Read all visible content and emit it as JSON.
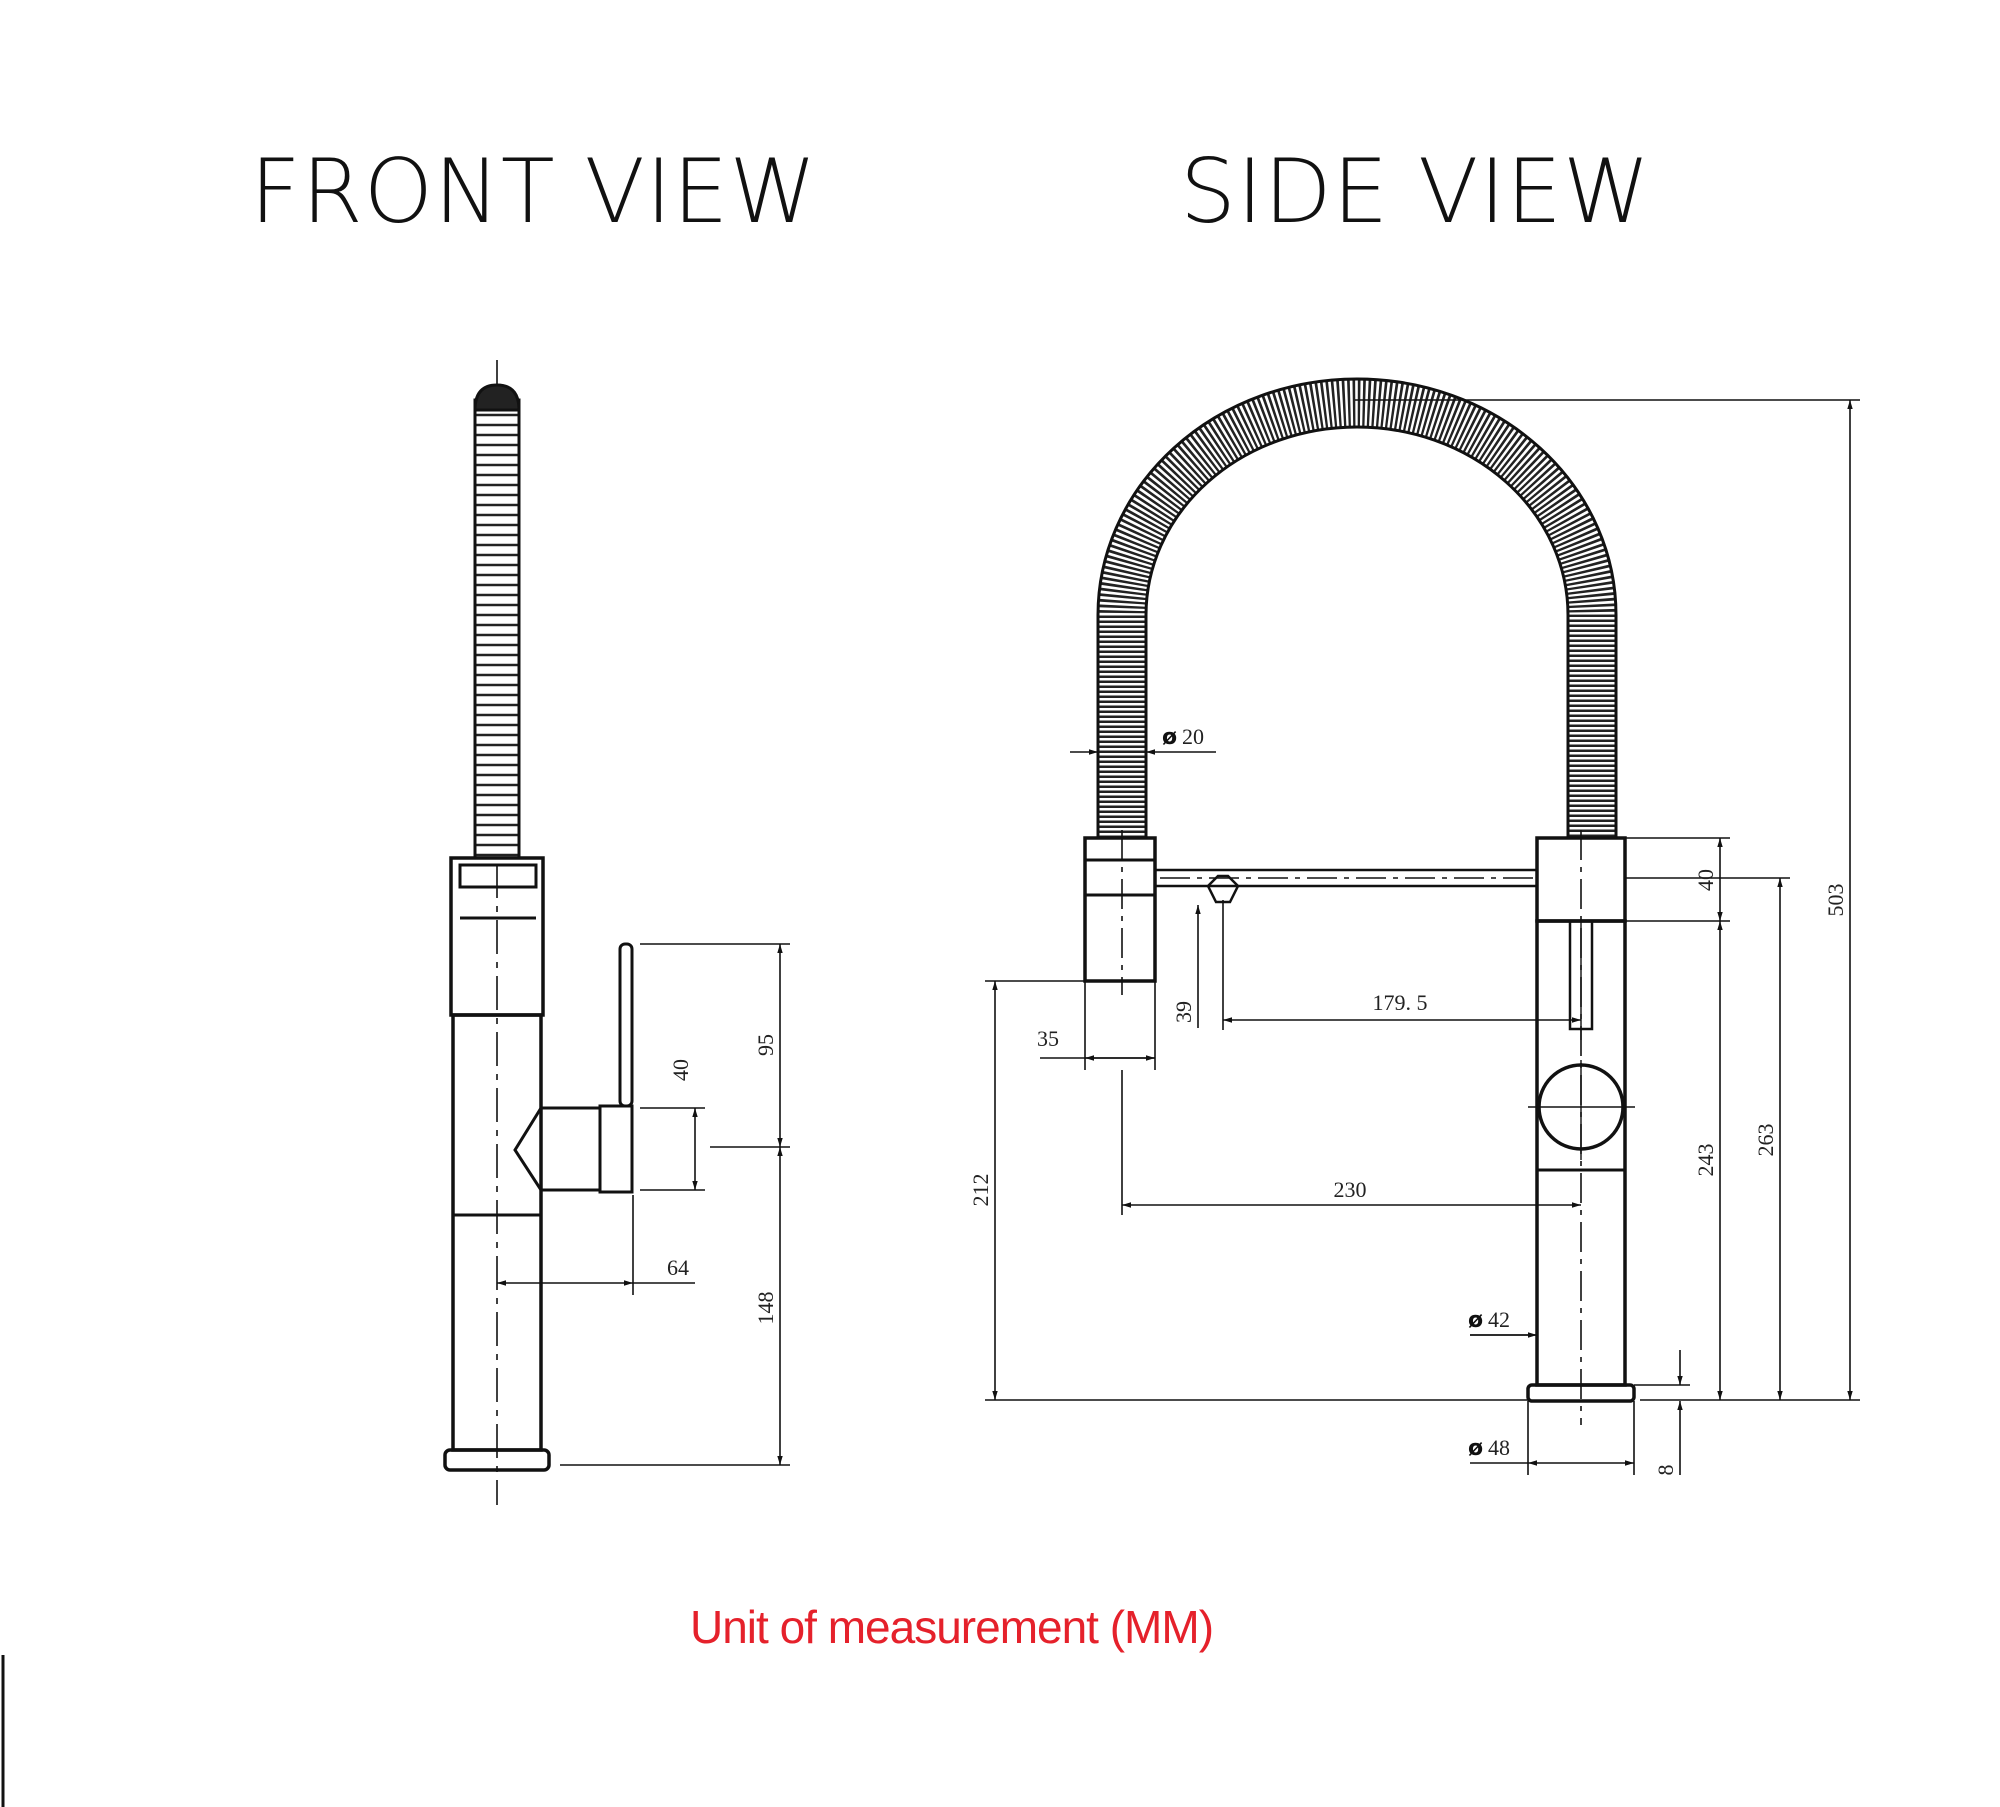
{
  "front_view": {
    "title": "FRONT VIEW",
    "dimensions": {
      "d95": "95",
      "d40": "40",
      "d64": "64",
      "d148": "148"
    }
  },
  "side_view": {
    "title": "SIDE VIEW",
    "dimensions": {
      "d20_symbol": "ø",
      "d20": "20",
      "d40": "40",
      "d503": "503",
      "d179_5": "179. 5",
      "d39": "39",
      "d35": "35",
      "d212": "212",
      "d230": "230",
      "d243": "243",
      "d263": "263",
      "d42_symbol": "ø",
      "d42": "42",
      "d48_symbol": "ø",
      "d48": "48",
      "d8": "8"
    }
  },
  "footer": {
    "unit_note": "Unit of measurement (MM)"
  },
  "colors": {
    "line": "#111111",
    "note": "#e5212b",
    "hose": "#333333"
  }
}
